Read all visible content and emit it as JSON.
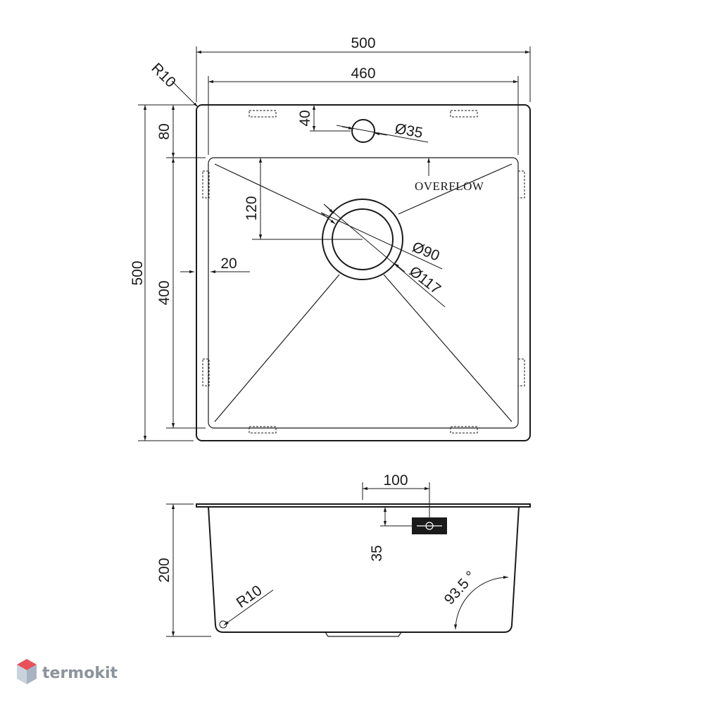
{
  "top_view": {
    "overall_width": "500",
    "bowl_width": "460",
    "corner_radius": "R10",
    "overall_depth": "500",
    "bowl_depth": "400",
    "front_margin": "80",
    "tap_offset": "40",
    "tap_hole": "Ø35",
    "drain_offset": "120",
    "side_offset": "20",
    "drain_inner": "Ø90",
    "drain_outer": "Ø117",
    "overflow_label": "OVERFLOW"
  },
  "side_view": {
    "overflow_offset": "100",
    "overflow_height": "35",
    "depth": "200",
    "bottom_radius": "R10",
    "wall_angle": "93.5 °"
  },
  "brand": {
    "name": "termokit",
    "colors": {
      "cube_top": "#e8505b",
      "cube_left": "#c9d3de",
      "cube_right": "#a8b4c2",
      "text": "#8c939c"
    }
  }
}
